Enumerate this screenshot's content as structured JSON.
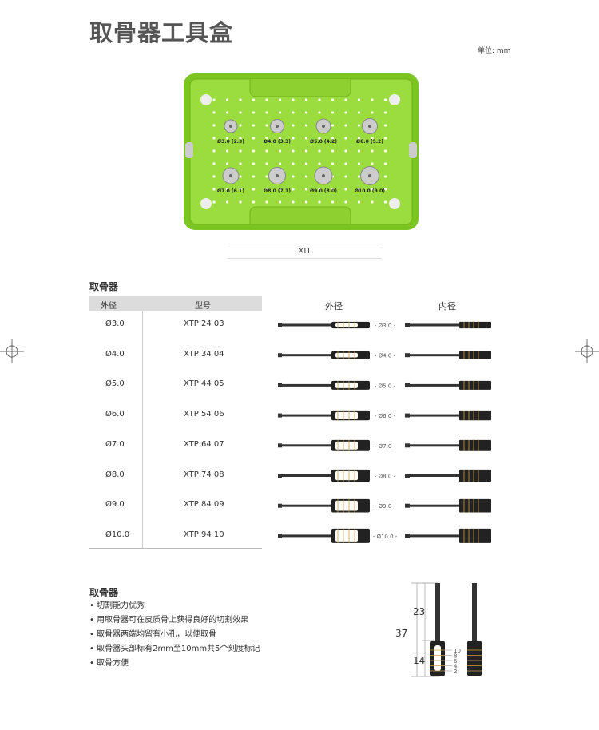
{
  "title": "取骨器工具盒",
  "unit": "单位: mm",
  "kit": {
    "label": "XIT",
    "slots": [
      "Ø3.0 (2.3)",
      "Ø4.0 (3.3)",
      "Ø5.0 (4.2)",
      "Ø6.0 (5.2)",
      "Ø7.0 (6.1)",
      "Ø8.0 (7.1)",
      "Ø9.0 (8.0)",
      "Ø10.0 (9.0)"
    ],
    "color": "#8cd12e"
  },
  "table": {
    "section": "取骨器",
    "headers": {
      "od": "外径",
      "model": "型号"
    },
    "rows": [
      {
        "od": "Ø3.0",
        "model": "XTP 24 03",
        "size": 3
      },
      {
        "od": "Ø4.0",
        "model": "XTP 34 04",
        "size": 4
      },
      {
        "od": "Ø5.0",
        "model": "XTP 44 05",
        "size": 5
      },
      {
        "od": "Ø6.0",
        "model": "XTP 54 06",
        "size": 6
      },
      {
        "od": "Ø7.0",
        "model": "XTP 64 07",
        "size": 7
      },
      {
        "od": "Ø8.0",
        "model": "XTP 74 08",
        "size": 8
      },
      {
        "od": "Ø9.0",
        "model": "XTP 84 09",
        "size": 9
      },
      {
        "od": "Ø10.0",
        "model": "XTP 94 10",
        "size": 10
      }
    ],
    "image_headers": {
      "outer": "外径",
      "inner": "内径"
    },
    "image_labels": [
      "- Ø3.0 -",
      "- Ø4.0 -",
      "- Ø5.0 -",
      "- Ø6.0 -",
      "- Ø7.0 -",
      "- Ø8.0 -",
      "- Ø9.0 -",
      "- Ø10.0 -"
    ]
  },
  "features": {
    "section": "取骨器",
    "items": [
      "切割能力优秀",
      "用取骨器可在皮质骨上获得良好的切割效果",
      "取骨器两端均留有小孔，以便取骨",
      "取骨器头部标有2mm至10mm共5个刻度标记",
      "取骨方便"
    ]
  },
  "diagram": {
    "total": "37",
    "upper": "23",
    "lower": "14",
    "marks": [
      "10",
      "8",
      "6",
      "4",
      "2"
    ]
  }
}
